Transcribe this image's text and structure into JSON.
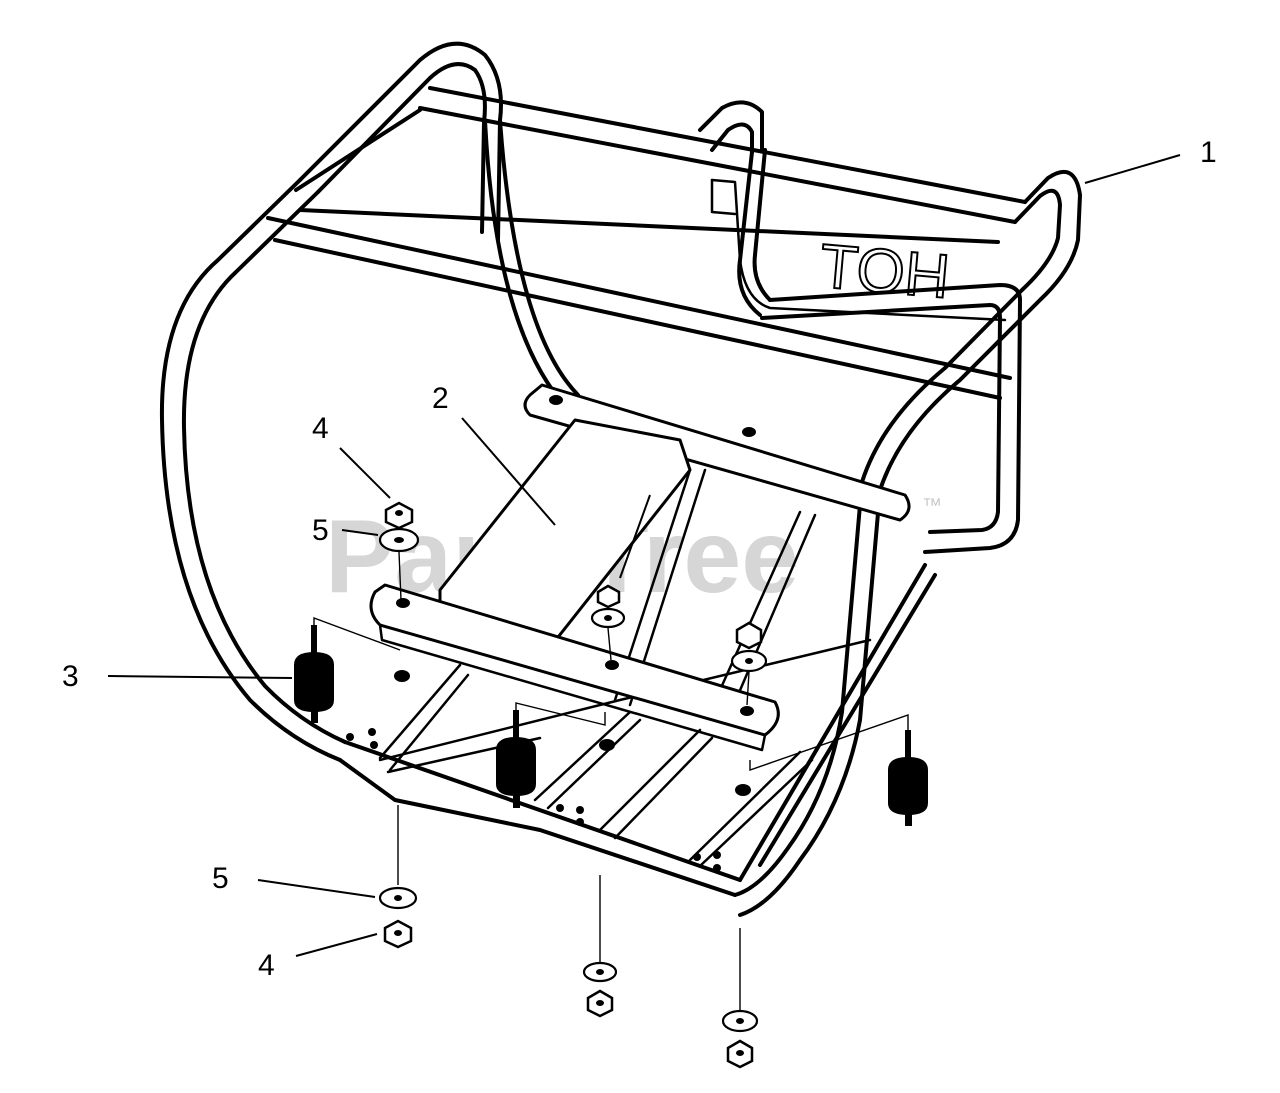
{
  "watermark": {
    "text": "PartsTree",
    "trademark": "™"
  },
  "frame_lettering": "TOH",
  "callouts": [
    {
      "id": "frame",
      "label": "1"
    },
    {
      "id": "plate",
      "label": "2"
    },
    {
      "id": "vibration-mount",
      "label": "3"
    },
    {
      "id": "nut-upper",
      "label": "4"
    },
    {
      "id": "washer-upper",
      "label": "5"
    },
    {
      "id": "washer-lower",
      "label": "5"
    },
    {
      "id": "nut-lower",
      "label": "4"
    }
  ]
}
